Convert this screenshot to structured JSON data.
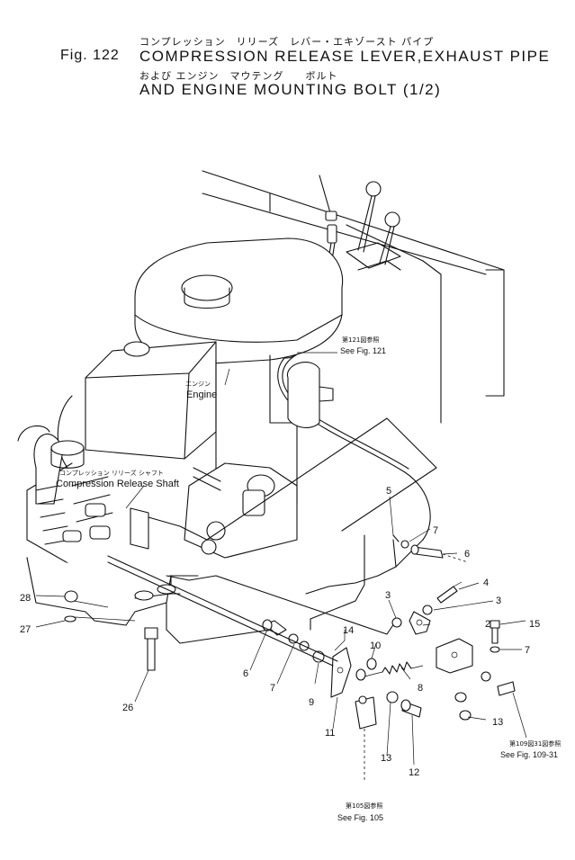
{
  "header": {
    "fig_label": "Fig. 122",
    "title_jp_1": "コンプレッション　リリーズ　レバー・エキゾースト パイプ",
    "title_en_1": "COMPRESSION RELEASE LEVER,EXHAUST PIPE",
    "title_jp_2": "および エンジン　マウテング　　ボルト",
    "title_en_2": "AND ENGINE MOUNTING BOLT (1/2)"
  },
  "labels": {
    "engine_jp": "エンジン",
    "engine_en": "Engine",
    "shaft_jp": "コンプレッション リリーズ シャフト",
    "shaft_en": "Compression Release Shaft",
    "ref121_jp": "第121図参照",
    "ref121_en": "See Fig. 121",
    "ref109_jp": "第109図31図参照",
    "ref109_en": "See Fig. 109-31",
    "ref105_jp": "第105図参照",
    "ref105_en": "See Fig. 105"
  },
  "callouts": [
    "2",
    "3",
    "3",
    "4",
    "5",
    "6",
    "6",
    "7",
    "7",
    "7",
    "8",
    "9",
    "10",
    "11",
    "12",
    "13",
    "13",
    "14",
    "15",
    "26",
    "27",
    "28"
  ]
}
